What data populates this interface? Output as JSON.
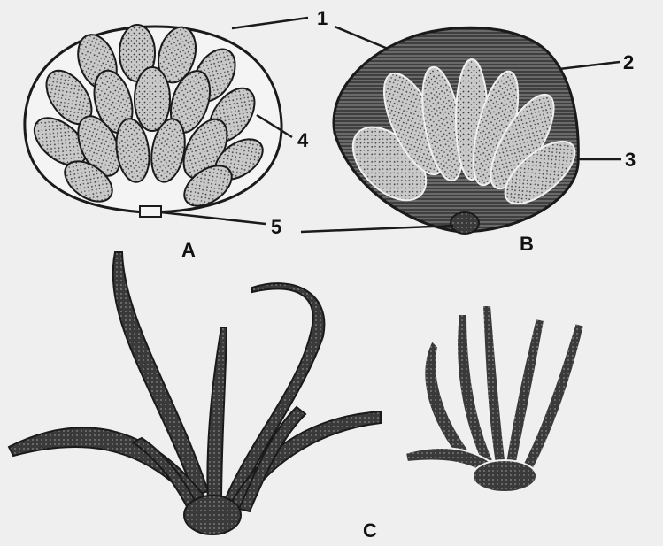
{
  "panels": {
    "a": {
      "letter": "A"
    },
    "b": {
      "letter": "B"
    },
    "c": {
      "letter": "C"
    }
  },
  "callouts": [
    {
      "number": "1"
    },
    {
      "number": "2"
    },
    {
      "number": "3"
    },
    {
      "number": "4"
    },
    {
      "number": "5"
    }
  ],
  "colors": {
    "paper": "#efefef",
    "ink": "#1a1a1a",
    "stipple": "#3a3a3a"
  }
}
